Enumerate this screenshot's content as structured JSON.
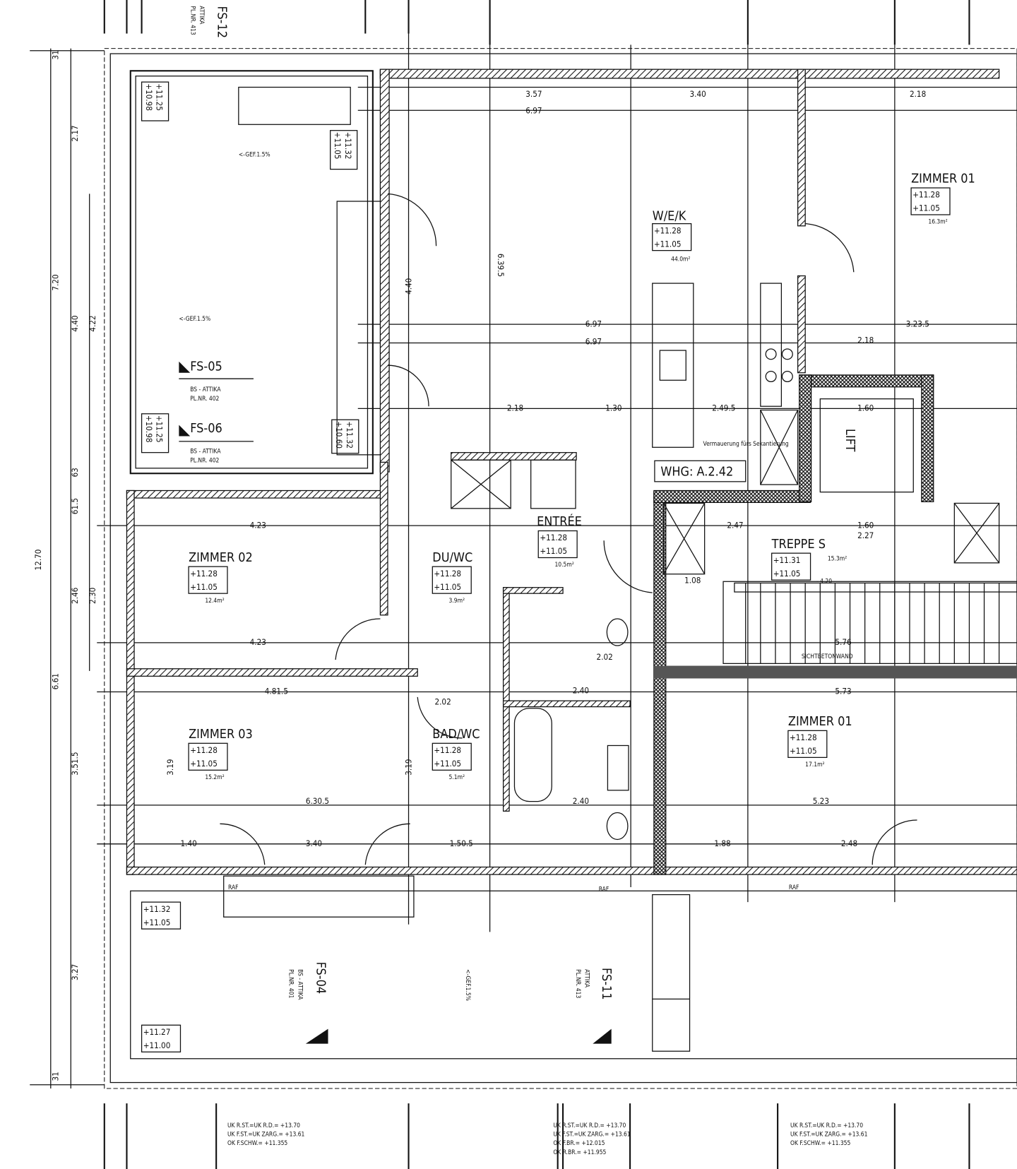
{
  "plan": {
    "unit_label": "WHG: A.2.42",
    "lift_label": "LIFT",
    "wall_note": "SICHTBETONWAND",
    "colors": {
      "lines": "#111111",
      "background": "#ffffff",
      "core_band": "#555555"
    }
  },
  "rooms": [
    {
      "name": "W/E/K",
      "level_top": "+11.28",
      "level_bottom": "+11.05",
      "area": "44.0m²"
    },
    {
      "name": "ZIMMER 01",
      "level_top": "+11.28",
      "level_bottom": "+11.05",
      "area": "16.3m²"
    },
    {
      "name": "ZIMMER 02",
      "level_top": "+11.28",
      "level_bottom": "+11.05",
      "area": "12.4m²"
    },
    {
      "name": "ZIMMER 03",
      "level_top": "+11.28",
      "level_bottom": "+11.05",
      "area": "15.2m²"
    },
    {
      "name": "DU/WC",
      "level_top": "+11.28",
      "level_bottom": "+11.05",
      "area": "3.9m²"
    },
    {
      "name": "BAD/WC",
      "level_top": "+11.28",
      "level_bottom": "+11.05",
      "area": "5.1m²"
    },
    {
      "name": "ENTRÉE",
      "level_top": "+11.28",
      "level_bottom": "+11.05",
      "area": "10.5m²"
    },
    {
      "name": "TREPPE S",
      "level_top": "+11.31",
      "level_bottom": "+11.05",
      "area": "15.3m²"
    },
    {
      "name": "ZIMMER 01",
      "level_top": "+11.28",
      "level_bottom": "+11.05",
      "area": "17.1m²"
    }
  ],
  "sections": [
    {
      "id": "FS-05",
      "sub": "BS - ATTIKA",
      "plan": "PL.NR. 402"
    },
    {
      "id": "FS-06",
      "sub": "BS - ATTIKA",
      "plan": "PL.NR. 402"
    },
    {
      "id": "FS-04",
      "sub": "BS - ATTIKA",
      "plan": "PL.NR. 401"
    },
    {
      "id": "FS-11",
      "sub": "ATTIKA",
      "plan": "PL.NR. 413"
    },
    {
      "id": "FS-12",
      "sub": "ATTIKA",
      "plan": "PL.NR. 413"
    }
  ],
  "levels": [
    {
      "top": "+11.32",
      "bottom": "+11.05"
    },
    {
      "top": "+11.27",
      "bottom": "+11.00"
    },
    {
      "top": "+11.25",
      "bottom": "+10.98"
    },
    {
      "top": "+11.25",
      "bottom": "+10.98"
    },
    {
      "top": "+11.32",
      "bottom": "+11.05"
    },
    {
      "top": "+11.32",
      "bottom": "+10.60"
    }
  ],
  "left_dims": [
    "31",
    "2.17",
    "7.20",
    "4.40",
    "4.22",
    "63",
    "61.5",
    "2.46",
    "2.30",
    "12.70",
    "6.61",
    "3.51.5",
    "3.27",
    "31"
  ],
  "dims": [
    "3.57",
    "3.40",
    "6.97",
    "6.97",
    "6.97",
    "2.18",
    "1.30",
    "2.49.5",
    "4.23",
    "4.23",
    "4.81.5",
    "6.30.5",
    "1.40",
    "3.40",
    "1.50.5",
    "2.47",
    "1.60",
    "2.27",
    "5.76",
    "5.73",
    "5.23",
    "1.88",
    "2.48",
    "1.08",
    "6.39.5",
    "4.40",
    "2.18",
    "2.02",
    "2.40",
    "2.40",
    "3.19",
    "3.19",
    "1.60",
    "3.23.5",
    "2.18",
    "2.02"
  ],
  "notes": {
    "group1": [
      "UK R.ST.=UK R.D.= +13.70",
      "UK F.ST.=UK ZARG.= +13.61",
      "OK F.SCHW.= +11.355"
    ],
    "group2": [
      "UK R.ST.=UK R.D.= +13.70",
      "UK F.ST.=UK ZARG.= +13.61",
      "OK F.BR.= +12.015",
      "OK R.BR.= +11.955"
    ],
    "group3": [
      "UK R.ST.=UK R.D.= +13.70",
      "UK F.ST.=UK ZARG.= +13.61",
      "OK F.SCHW.= +11.355"
    ],
    "raf": "RAF",
    "slope": "<-GEF.1.5%",
    "treppe_dim": "- 4.20",
    "vent_note": "Vermauerung fürs Sekantierung"
  }
}
